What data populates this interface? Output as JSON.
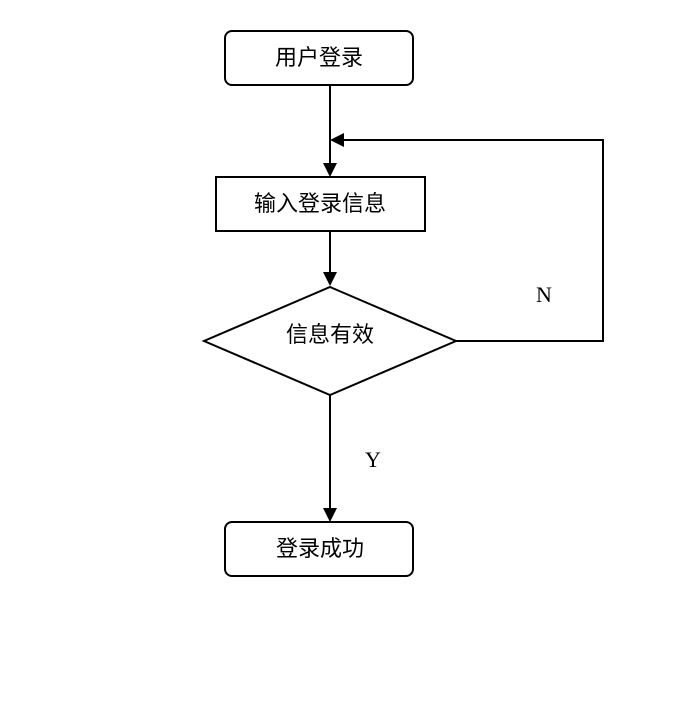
{
  "nodes": {
    "start": "用户登录",
    "input": "输入登录信息",
    "decision": "信息有效",
    "end": "登录成功"
  },
  "edge_labels": {
    "no": "N",
    "yes": "Y"
  }
}
